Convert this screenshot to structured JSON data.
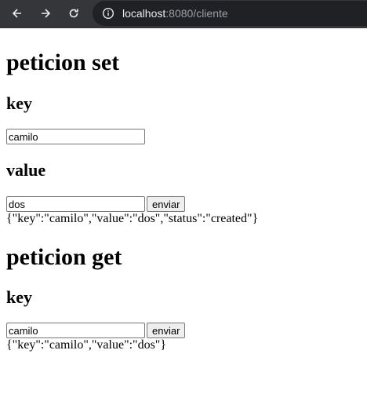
{
  "browser": {
    "url_host": "localhost",
    "url_path": ":8080/cliente"
  },
  "set_section": {
    "title": "peticion set",
    "key_label": "key",
    "key_value": "camilo",
    "value_label": "value",
    "value_value": "dos",
    "button_label": "enviar",
    "response": "{\"key\":\"camilo\",\"value\":\"dos\",\"status\":\"created\"}"
  },
  "get_section": {
    "title": "peticion get",
    "key_label": "key",
    "key_value": "camilo",
    "button_label": "enviar",
    "response": "{\"key\":\"camilo\",\"value\":\"dos\"}"
  }
}
